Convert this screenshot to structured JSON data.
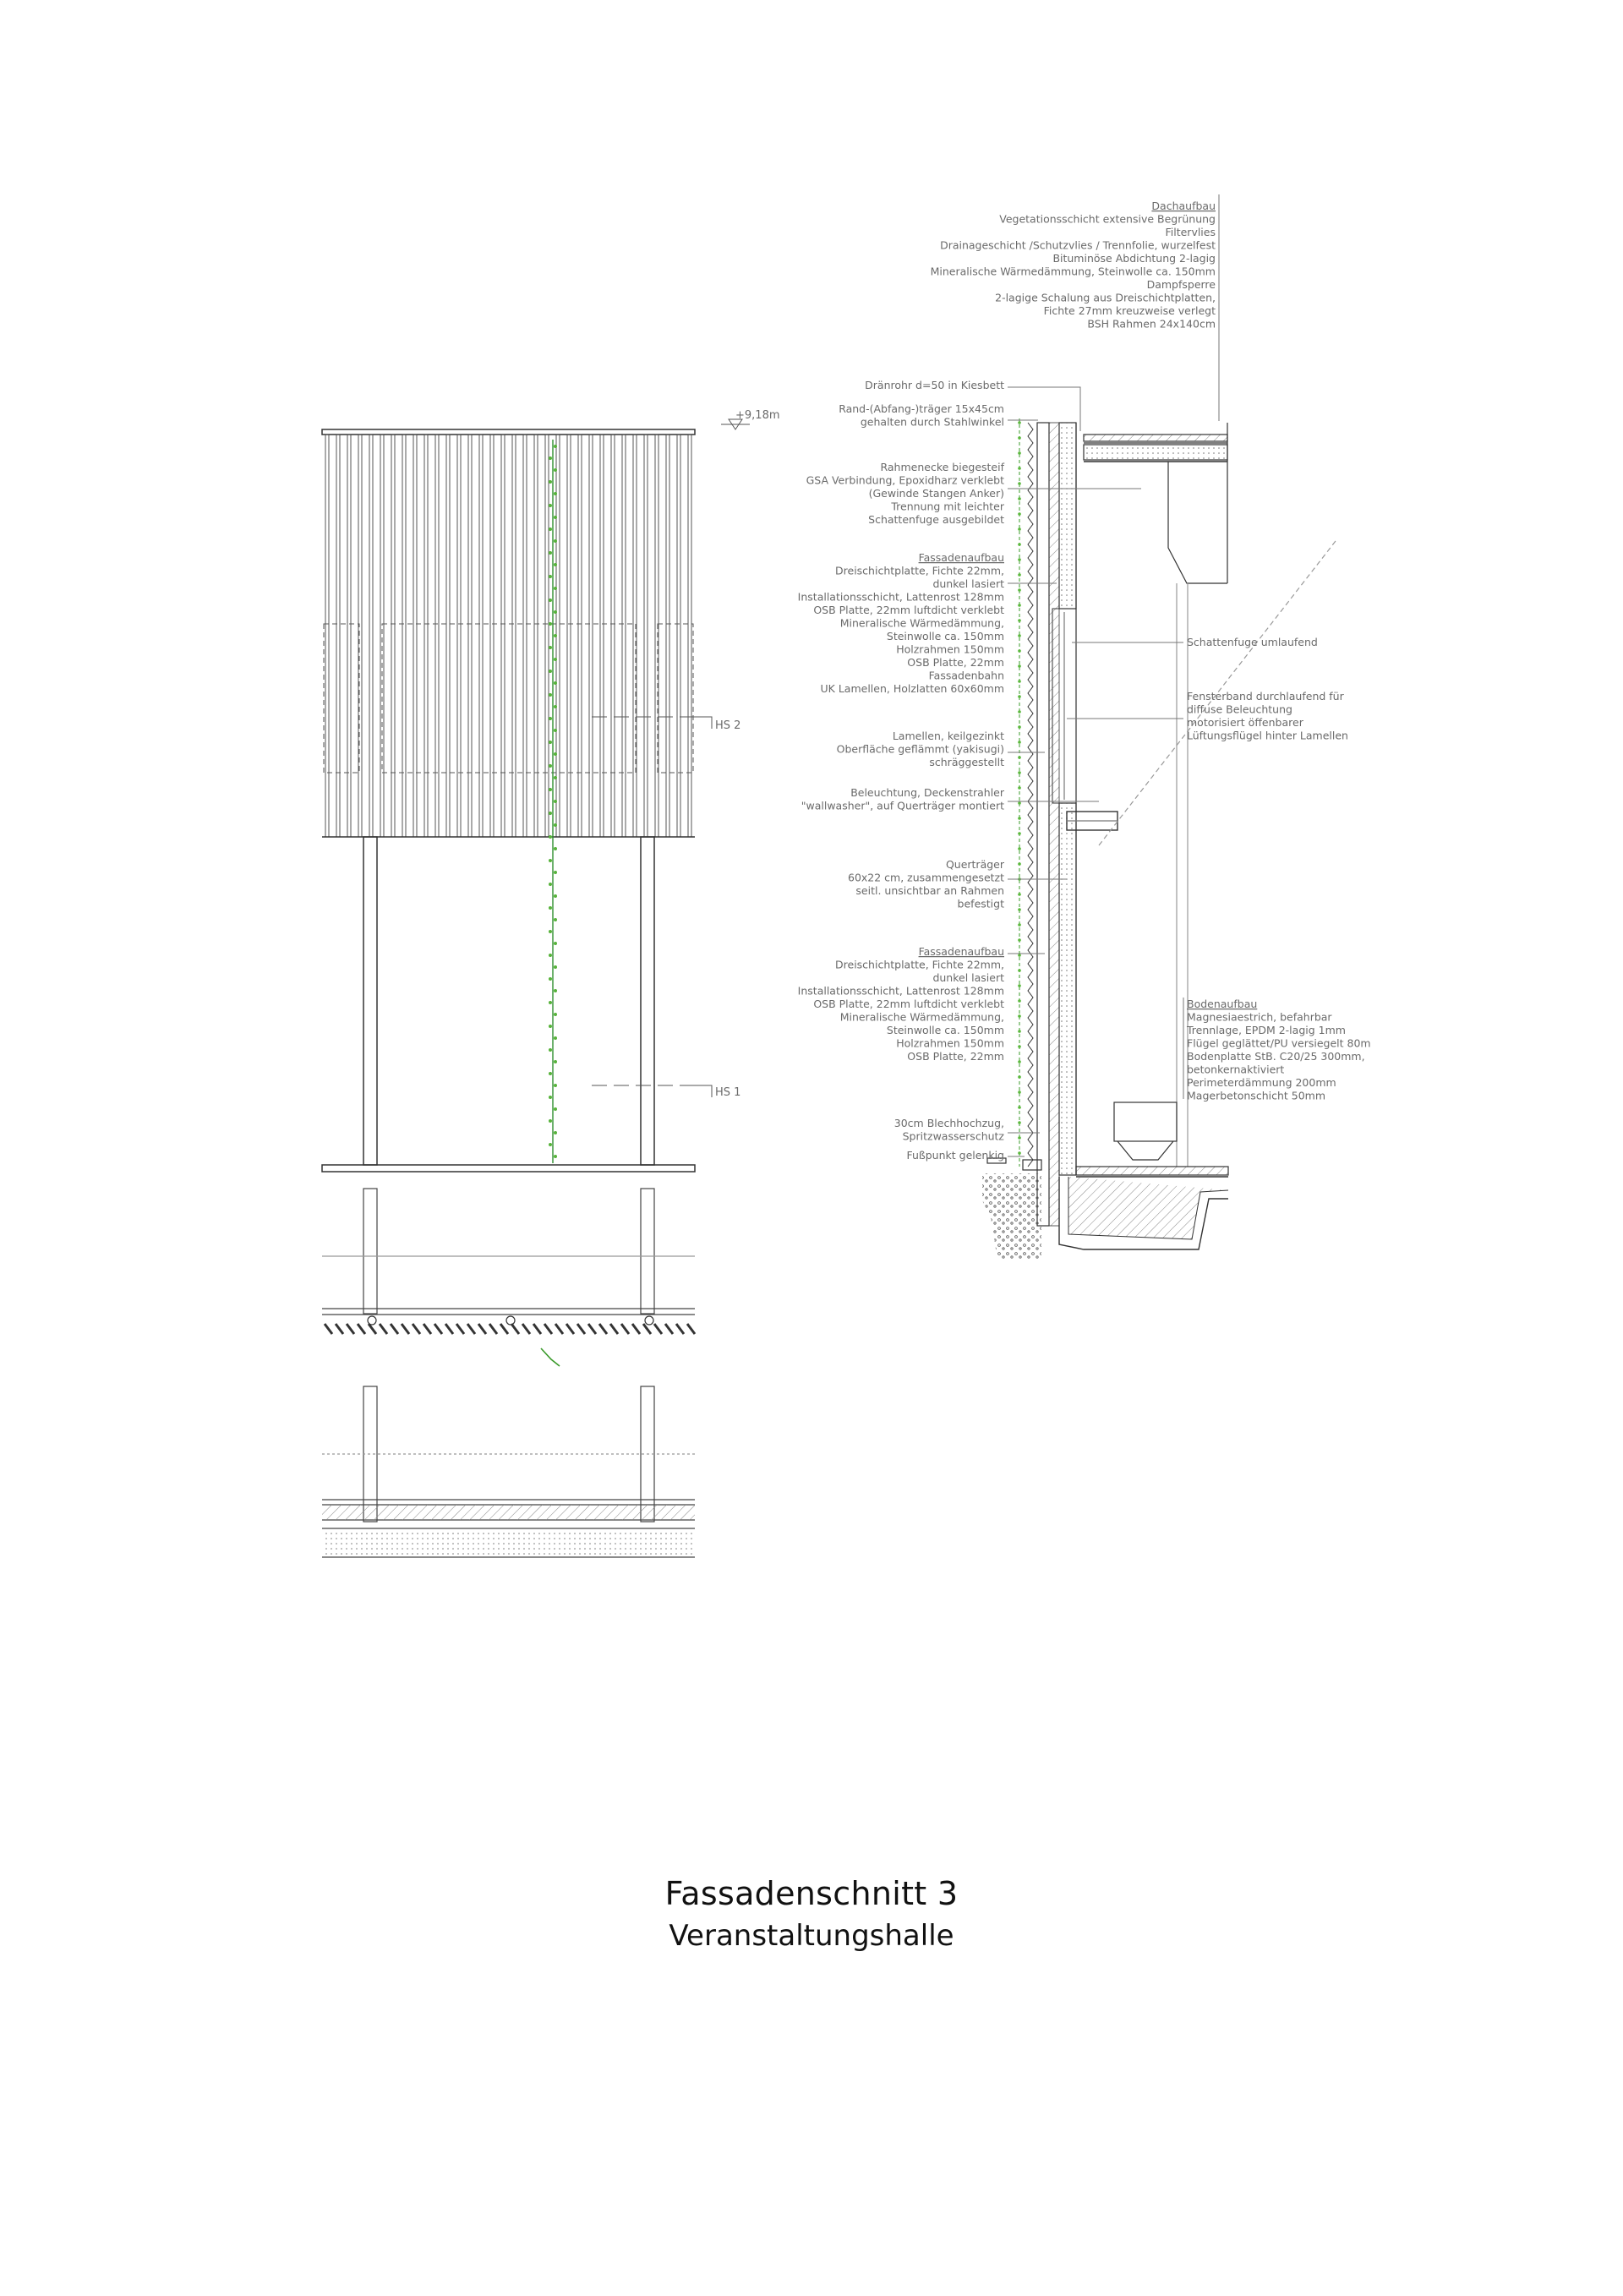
{
  "title": "Fassadenschnitt 3",
  "subtitle": "Veranstaltungshalle",
  "elevation": {
    "level_label": "+9,18m",
    "section_labels": [
      "HS 2",
      "HS 1"
    ]
  },
  "notes": {
    "roof": {
      "heading": "Dachaufbau",
      "lines": [
        "Vegetationsschicht extensive Begrünung",
        "Filtervlies",
        "Drainageschicht /Schutzvlies / Trennfolie, wurzelfest",
        "Bituminöse Abdichtung 2-lagig",
        "Mineralische Wärmedämmung, Steinwolle ca. 150mm",
        "Dampfsperre",
        "2-lagige Schalung aus Dreischichtplatten,",
        "Fichte 27mm kreuzweise verlegt",
        "BSH Rahmen 24x140cm"
      ]
    },
    "drain": [
      "Dränrohr d=50 in Kiesbett"
    ],
    "edge_beam": [
      "Rand-(Abfang-)träger 15x45cm",
      "gehalten durch Stahlwinkel"
    ],
    "frame_corner": [
      "Rahmenecke biegesteif",
      "GSA Verbindung, Epoxidharz verklebt",
      "(Gewinde Stangen Anker)",
      "Trennung mit leichter",
      "Schattenfuge ausgebildet"
    ],
    "facade_upper": {
      "heading": "Fassadenaufbau",
      "lines": [
        "Dreischichtplatte, Fichte 22mm,",
        "dunkel lasiert",
        "Installationsschicht, Lattenrost 128mm",
        "OSB Platte, 22mm luftdicht verklebt",
        "Mineralische Wärmedämmung,",
        "Steinwolle ca. 150mm",
        "Holzrahmen 150mm",
        "OSB Platte, 22mm",
        "Fassadenbahn",
        "UK Lamellen, Holzlatten 60x60mm"
      ]
    },
    "lamellas": [
      "Lamellen, keilgezinkt",
      "Oberfläche geflämmt (yakisugi)",
      "schräggestellt"
    ],
    "lighting": [
      "Beleuchtung, Deckenstrahler",
      "\"wallwasher\", auf Querträger montiert"
    ],
    "crossbeam": [
      "Querträger",
      "60x22 cm, zusammengesetzt",
      "seitl. unsichtbar an Rahmen",
      "befestigt"
    ],
    "facade_lower": {
      "heading": "Fassadenaufbau",
      "lines": [
        "Dreischichtplatte, Fichte 22mm,",
        "dunkel lasiert",
        "Installationsschicht, Lattenrost 128mm",
        "OSB Platte, 22mm luftdicht verklebt",
        "Mineralische Wärmedämmung,",
        "Steinwolle ca. 150mm",
        "Holzrahmen 150mm",
        "OSB Platte, 22mm"
      ]
    },
    "splash": [
      "30cm Blechhochzug,",
      "Spritzwasserschutz"
    ],
    "base": [
      "Fußpunkt gelenkig"
    ],
    "shadow_gap": [
      "Schattenfuge umlaufend"
    ],
    "window_band": [
      "Fensterband durchlaufend für",
      "diffuse Beleuchtung",
      "motorisiert öffenbarer",
      "Lüftungsflügel hinter Lamellen"
    ],
    "floor": {
      "heading": "Bodenaufbau",
      "lines": [
        "Magnesiaestrich, befahrbar",
        "Trennlage, EPDM 2-lagig 1mm",
        "Flügel geglättet/PU versiegelt 80m",
        "Bodenplatte StB. C20/25 300mm,",
        "betonkernaktiviert",
        "Perimeterdämmung 200mm",
        "Magerbetonschicht 50mm"
      ]
    }
  }
}
